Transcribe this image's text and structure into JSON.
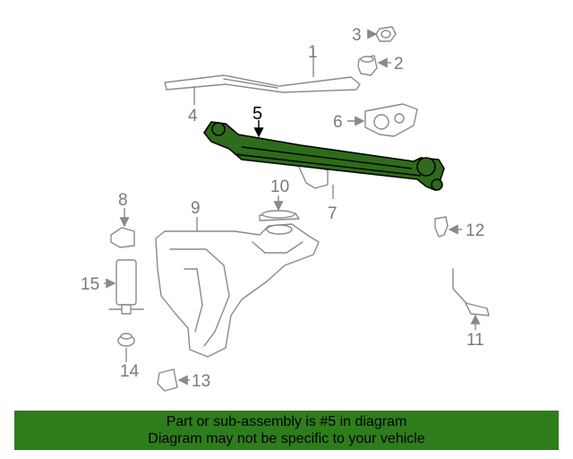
{
  "diagram": {
    "highlight_color": "#2e6b1a",
    "callouts": [
      "1",
      "2",
      "3",
      "4",
      "5",
      "6",
      "7",
      "8",
      "9",
      "10",
      "11",
      "12",
      "13",
      "14",
      "15"
    ],
    "highlighted_part": "5"
  },
  "banner": {
    "line1": "Part or sub-assembly is #5 in diagram",
    "line2": "Diagram may not be specific to your vehicle",
    "color": "#2e7d1c"
  }
}
